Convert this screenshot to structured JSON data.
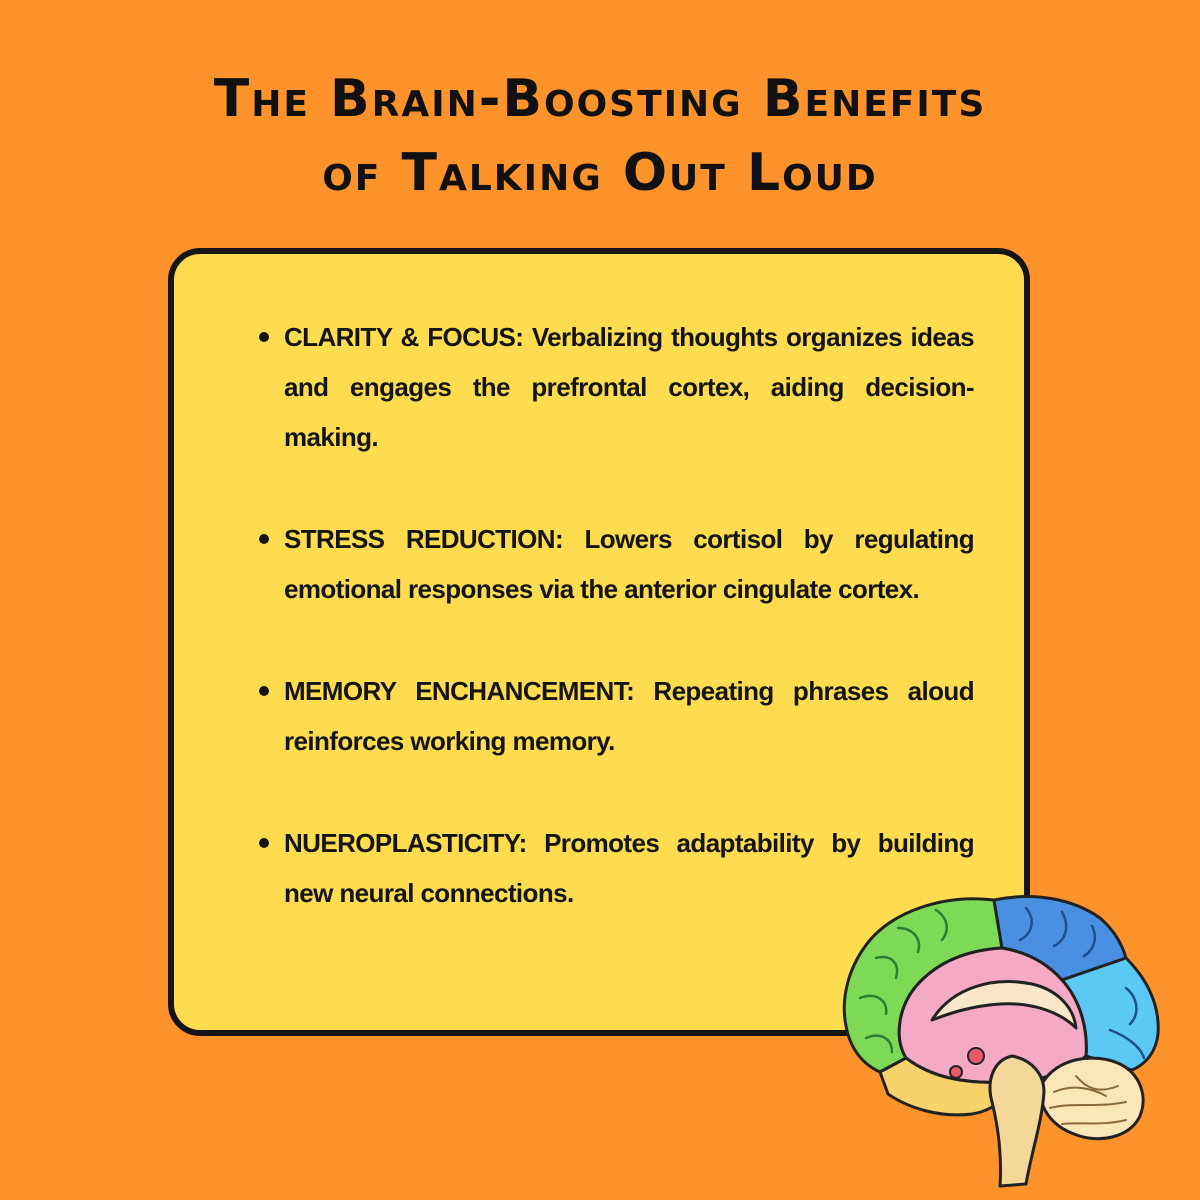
{
  "title": {
    "line1": "The Brain-Boosting Benefits",
    "line2": "of Talking Out Loud"
  },
  "benefits": [
    {
      "text": "CLARITY & FOCUS: Verbalizing thoughts organizes ideas and engages the prefrontal cortex, aiding decision-making."
    },
    {
      "text": "STRESS REDUCTION: Lowers cortisol by regulating emotional responses via the anterior cingulate cortex."
    },
    {
      "text": "MEMORY ENCHANCEMENT: Repeating phrases aloud reinforces working memory."
    },
    {
      "text": "NUEROPLASTICITY: Promotes adaptability by building new neural connections."
    }
  ],
  "colors": {
    "background": "#FF932B",
    "card": "#FEDC4F",
    "text": "#151515",
    "brain_frontal": "#7ED957",
    "brain_parietal": "#4A90E2",
    "brain_occipital": "#5BC8F5",
    "brain_inner": "#F4A9C4",
    "brain_temporal": "#F7D26A"
  },
  "illustration": {
    "icon": "brain-illustration-icon"
  }
}
